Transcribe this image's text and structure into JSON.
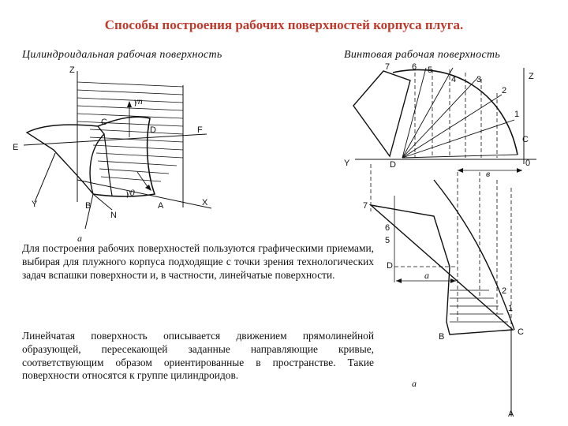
{
  "title": "Способы построения рабочих поверхностей корпуса плуга.",
  "left_subtitle": "Цилиндроидальная рабочая поверхность",
  "right_subtitle": "Винтовая рабочая поверхность",
  "paragraph1": "Для построения рабочих поверхностей пользуются графическими приемами, выбирая для плужного корпуса подходящие с точки зрения технологических задач вспашки поверхности и, в частности, линейчатые поверхности.",
  "paragraph2": "Линейчатая поверхность описывается движением прямолинейной образующей, пересекающей заданные направляющие кривые, соответствующим образом ориентированные в пространстве. Такие поверхности относятся к группе цилиндроидов.",
  "left_figure": {
    "labels": {
      "z": "Z",
      "e": "E",
      "f": "F",
      "x": "X",
      "y": "Y",
      "b": "B",
      "n": "N",
      "a": "A",
      "c": "C",
      "d": "D",
      "gamma_n": "γn",
      "gamma_0": "γ0",
      "caption": "а"
    }
  },
  "right_figure": {
    "labels": {
      "z": "Z",
      "y": "Y",
      "c_top": "C",
      "zero": "0",
      "d_top": "D",
      "b_dim": "в",
      "a_dim": "а",
      "d_mid": "D",
      "b_bot": "B",
      "c_bot": "C",
      "a_bot": "A",
      "caption": "а"
    },
    "top_numbers": [
      "1",
      "2",
      "3",
      "4",
      "5",
      "6",
      "7"
    ],
    "left_numbers": [
      "7",
      "6",
      "5"
    ],
    "right_numbers": [
      "2",
      "1"
    ]
  }
}
